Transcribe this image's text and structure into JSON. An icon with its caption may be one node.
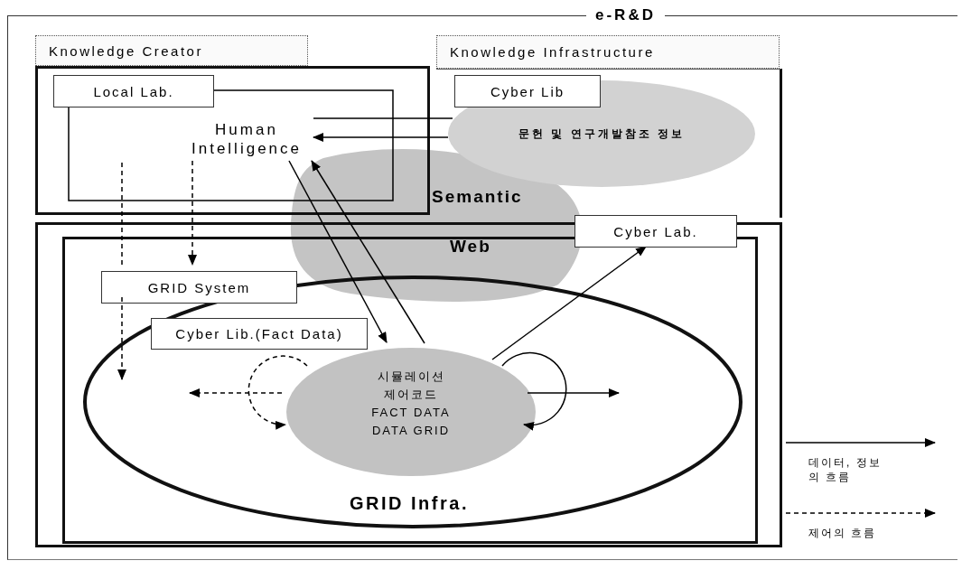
{
  "diagram": {
    "nodes": [
      {
        "text": [
          "e-R&D"
        ]
      },
      {
        "text": [
          "Knowledge Creator"
        ],
        "in": 0
      },
      {
        "text": [
          "Local Lab."
        ],
        "in": 1
      },
      {
        "text": [
          "Human Intelligence"
        ],
        "in": 1
      },
      {
        "text": [
          "Knowledge Infrastructure"
        ],
        "in": 0
      },
      {
        "text": [
          "Cyber Lib"
        ],
        "in": 0
      },
      {
        "text": [
          "문헌 및 연구개발참조 정보"
        ],
        "in": 0
      },
      {
        "text": [],
        "shape": "box",
        "in": 0
      },
      {
        "text": [],
        "shape": "box",
        "in": 7
      },
      {
        "text": [
          "Cyber Lab."
        ],
        "in": 0
      },
      {
        "text": [
          "GRID System"
        ],
        "in": 8
      },
      {
        "text": [
          "GRID Infra."
        ],
        "in": 8
      },
      {
        "text": [
          "Cyber Lib.(Fact Data)"
        ],
        "in": 11
      },
      {
        "text": [
          "시뮬레이션",
          "제어코드",
          "FACT DATA",
          "DATA GRID"
        ],
        "in": 11
      }
    ],
    "edges": [
      {
        "from": 6,
        "to": 3,
        "arrow": "none"
      },
      {
        "from": 6,
        "to": 3,
        "arrow": "to"
      },
      {
        "from": 3,
        "to": 10,
        "arrow": "to",
        "style": "dashed"
      },
      {
        "from": null,
        "to": 10,
        "arrow": "none",
        "style": "dashed"
      },
      {
        "from": 10,
        "to": null,
        "arrow": "to",
        "style": "dashed"
      },
      {
        "from": 3,
        "to": 13,
        "arrow": "to"
      },
      {
        "from": 13,
        "to": 3,
        "arrow": "to"
      },
      {
        "from": 13,
        "to": 9,
        "arrow": "to"
      },
      {
        "from": 13,
        "to": null,
        "arrow": "to",
        "style": "dashed"
      },
      {
        "from": 13,
        "to": null,
        "arrow": "to"
      },
      {
        "from": 13,
        "to": 13,
        "arrow": "to",
        "style": "dashed"
      },
      {
        "from": 13,
        "to": 13,
        "arrow": "to"
      },
      {
        "from": 2,
        "to": 2,
        "arrow": "none"
      }
    ],
    "labels": [
      "Semantic",
      "Web"
    ],
    "legend": [
      {
        "text": "데이터, 정보의 흐름"
      },
      {
        "text": "제어의 흐름"
      }
    ]
  }
}
